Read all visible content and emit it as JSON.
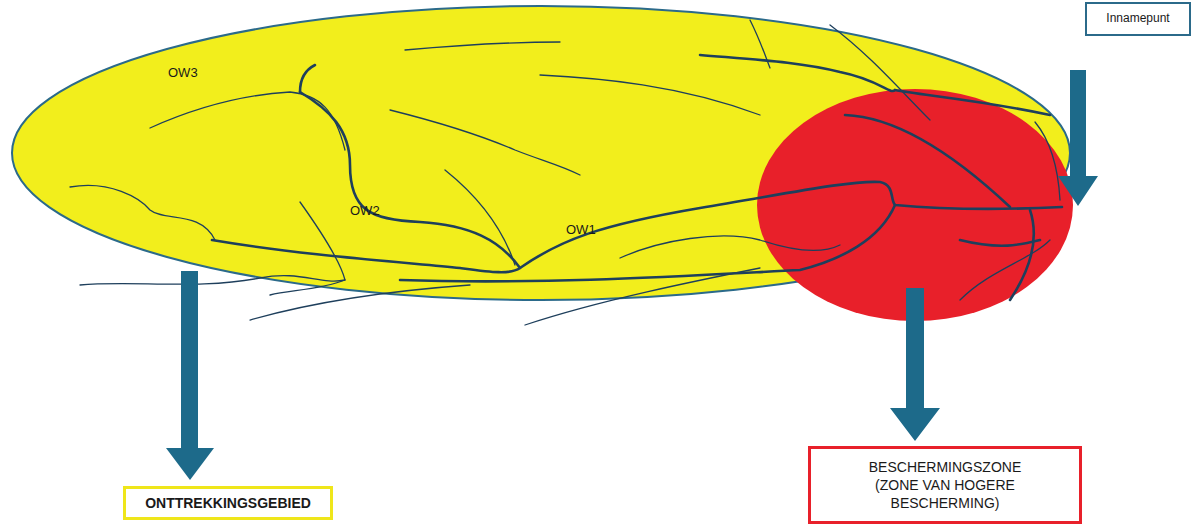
{
  "diagram": {
    "nodes": [
      {
        "text": [
          "Innamepunt"
        ]
      },
      {
        "text": [
          "ONTTREKKINGSGEBIED"
        ]
      },
      {
        "text": [
          "BESCHERMINGSZONE (ZONE VAN HOGERE BESCHERMING)"
        ]
      }
    ],
    "labels": [
      "OW3",
      "OW2",
      "OW1"
    ]
  }
}
